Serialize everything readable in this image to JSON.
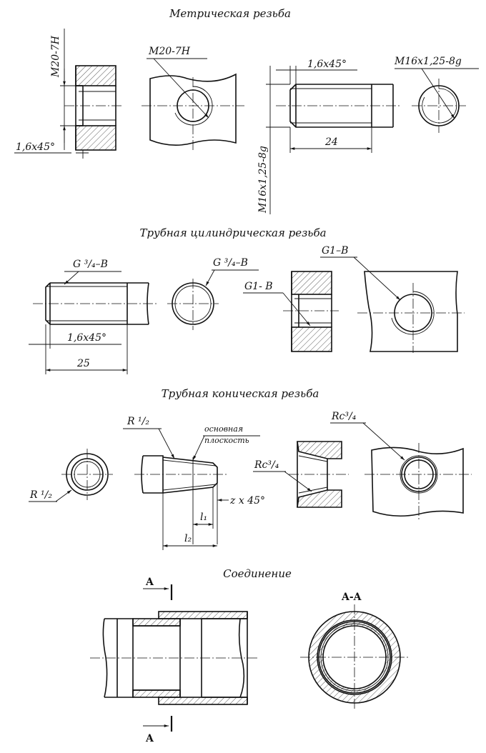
{
  "sections": {
    "metric": {
      "title": "Метрическая резьба",
      "m20_vertical": "M20-7H",
      "m20_leader": "M20-7H",
      "chamfer_left": "1,6x45°",
      "chamfer_right": "1,6x45°",
      "m16_leader": "M16x1,25-8g",
      "m16_vertical": "M16x1,25-8g",
      "length": "24"
    },
    "pipe_cyl": {
      "title": "Трубная цилиндрическая резьба",
      "g34_a": "G ³/₄–B",
      "g34_b": "G ³/₄–B",
      "chamfer": "1,6x45°",
      "length": "25",
      "g1_a": "G1–B",
      "g1_b": "G1- B"
    },
    "pipe_con": {
      "title": "Трубная коническая резьба",
      "r12_a": "R ¹/₂",
      "r12_b": "R ¹/₂",
      "basic_plane_1": "основная",
      "basic_plane_2": "плоскость",
      "chamfer": "z x 45°",
      "l1": "l₁",
      "l2": "l₂",
      "rc34_a": "Rc³/₄",
      "rc34_b": "Rc³/₄"
    },
    "joint": {
      "title": "Соединение",
      "sec_a_top": "A",
      "sec_a_bottom": "A",
      "section_label": "A-A"
    }
  }
}
